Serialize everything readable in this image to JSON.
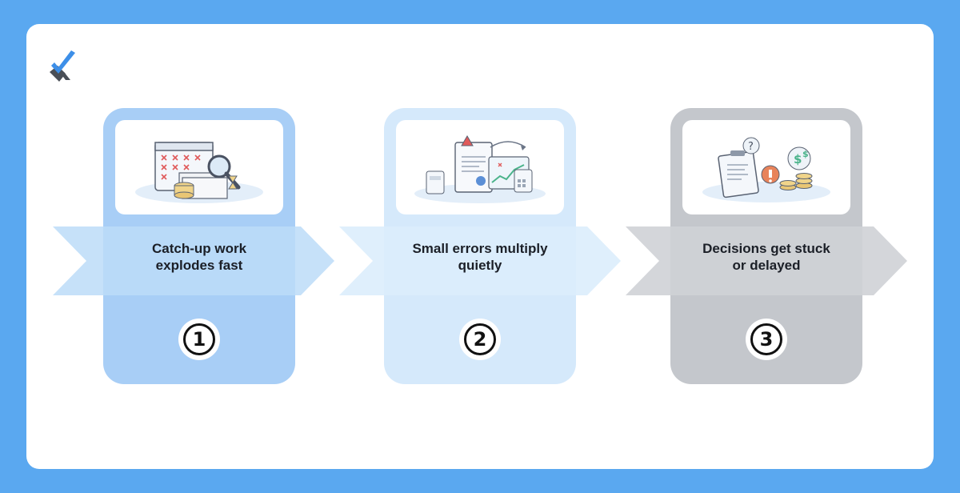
{
  "steps": [
    {
      "number": "1",
      "line1": "Catch-up work",
      "line2": "explodes fast",
      "illustration": "calendar-papers-magnifier-icon"
    },
    {
      "number": "2",
      "line1": "Small errors multiply",
      "line2": "quietly",
      "illustration": "warning-document-chart-icon"
    },
    {
      "number": "3",
      "line1": "Decisions get stuck",
      "line2": "or delayed",
      "illustration": "clipboard-question-money-icon"
    }
  ],
  "colors": {
    "background": "#5aa8f0",
    "card1": "#a8cef6",
    "card2": "#d5e9fb",
    "card3": "#c4c7cc",
    "arrow1": "#bcdcf8",
    "arrow2": "#dcedfc",
    "arrow3": "#cfd2d6",
    "logo_check": "#3d8fe8",
    "logo_x": "#4a4f57"
  }
}
